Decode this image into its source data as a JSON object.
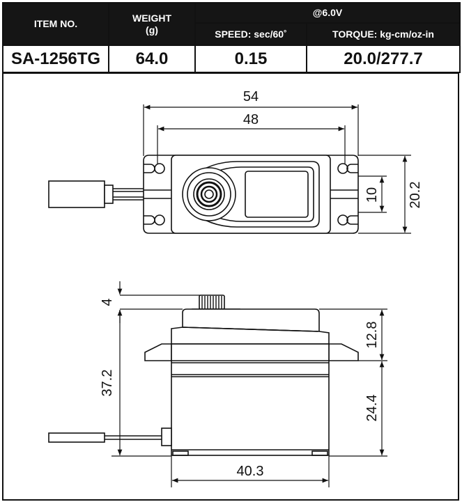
{
  "spec_table": {
    "item_no_header": "ITEM NO.",
    "weight_header": "WEIGHT",
    "weight_unit": "(g)",
    "voltage_header": "@6.0V",
    "speed_header": "SPEED: sec/60˚",
    "torque_header": "TORQUE: kg-cm/oz-in",
    "item_no": "SA-1256TG",
    "weight": "64.0",
    "speed": "0.15",
    "torque": "20.0/277.7"
  },
  "top_view": {
    "overall_width": "54",
    "mount_hole_spacing": "48",
    "mount_tab_height": "20.2",
    "slot_width": "10"
  },
  "side_view": {
    "spline_height": "4",
    "top_case_height": "12.8",
    "overall_height": "37.2",
    "lower_case_height": "24.4",
    "body_width": "40.3"
  },
  "colors": {
    "line": "#111111",
    "header_fill": "#151515",
    "header_text": "#ffffff"
  }
}
